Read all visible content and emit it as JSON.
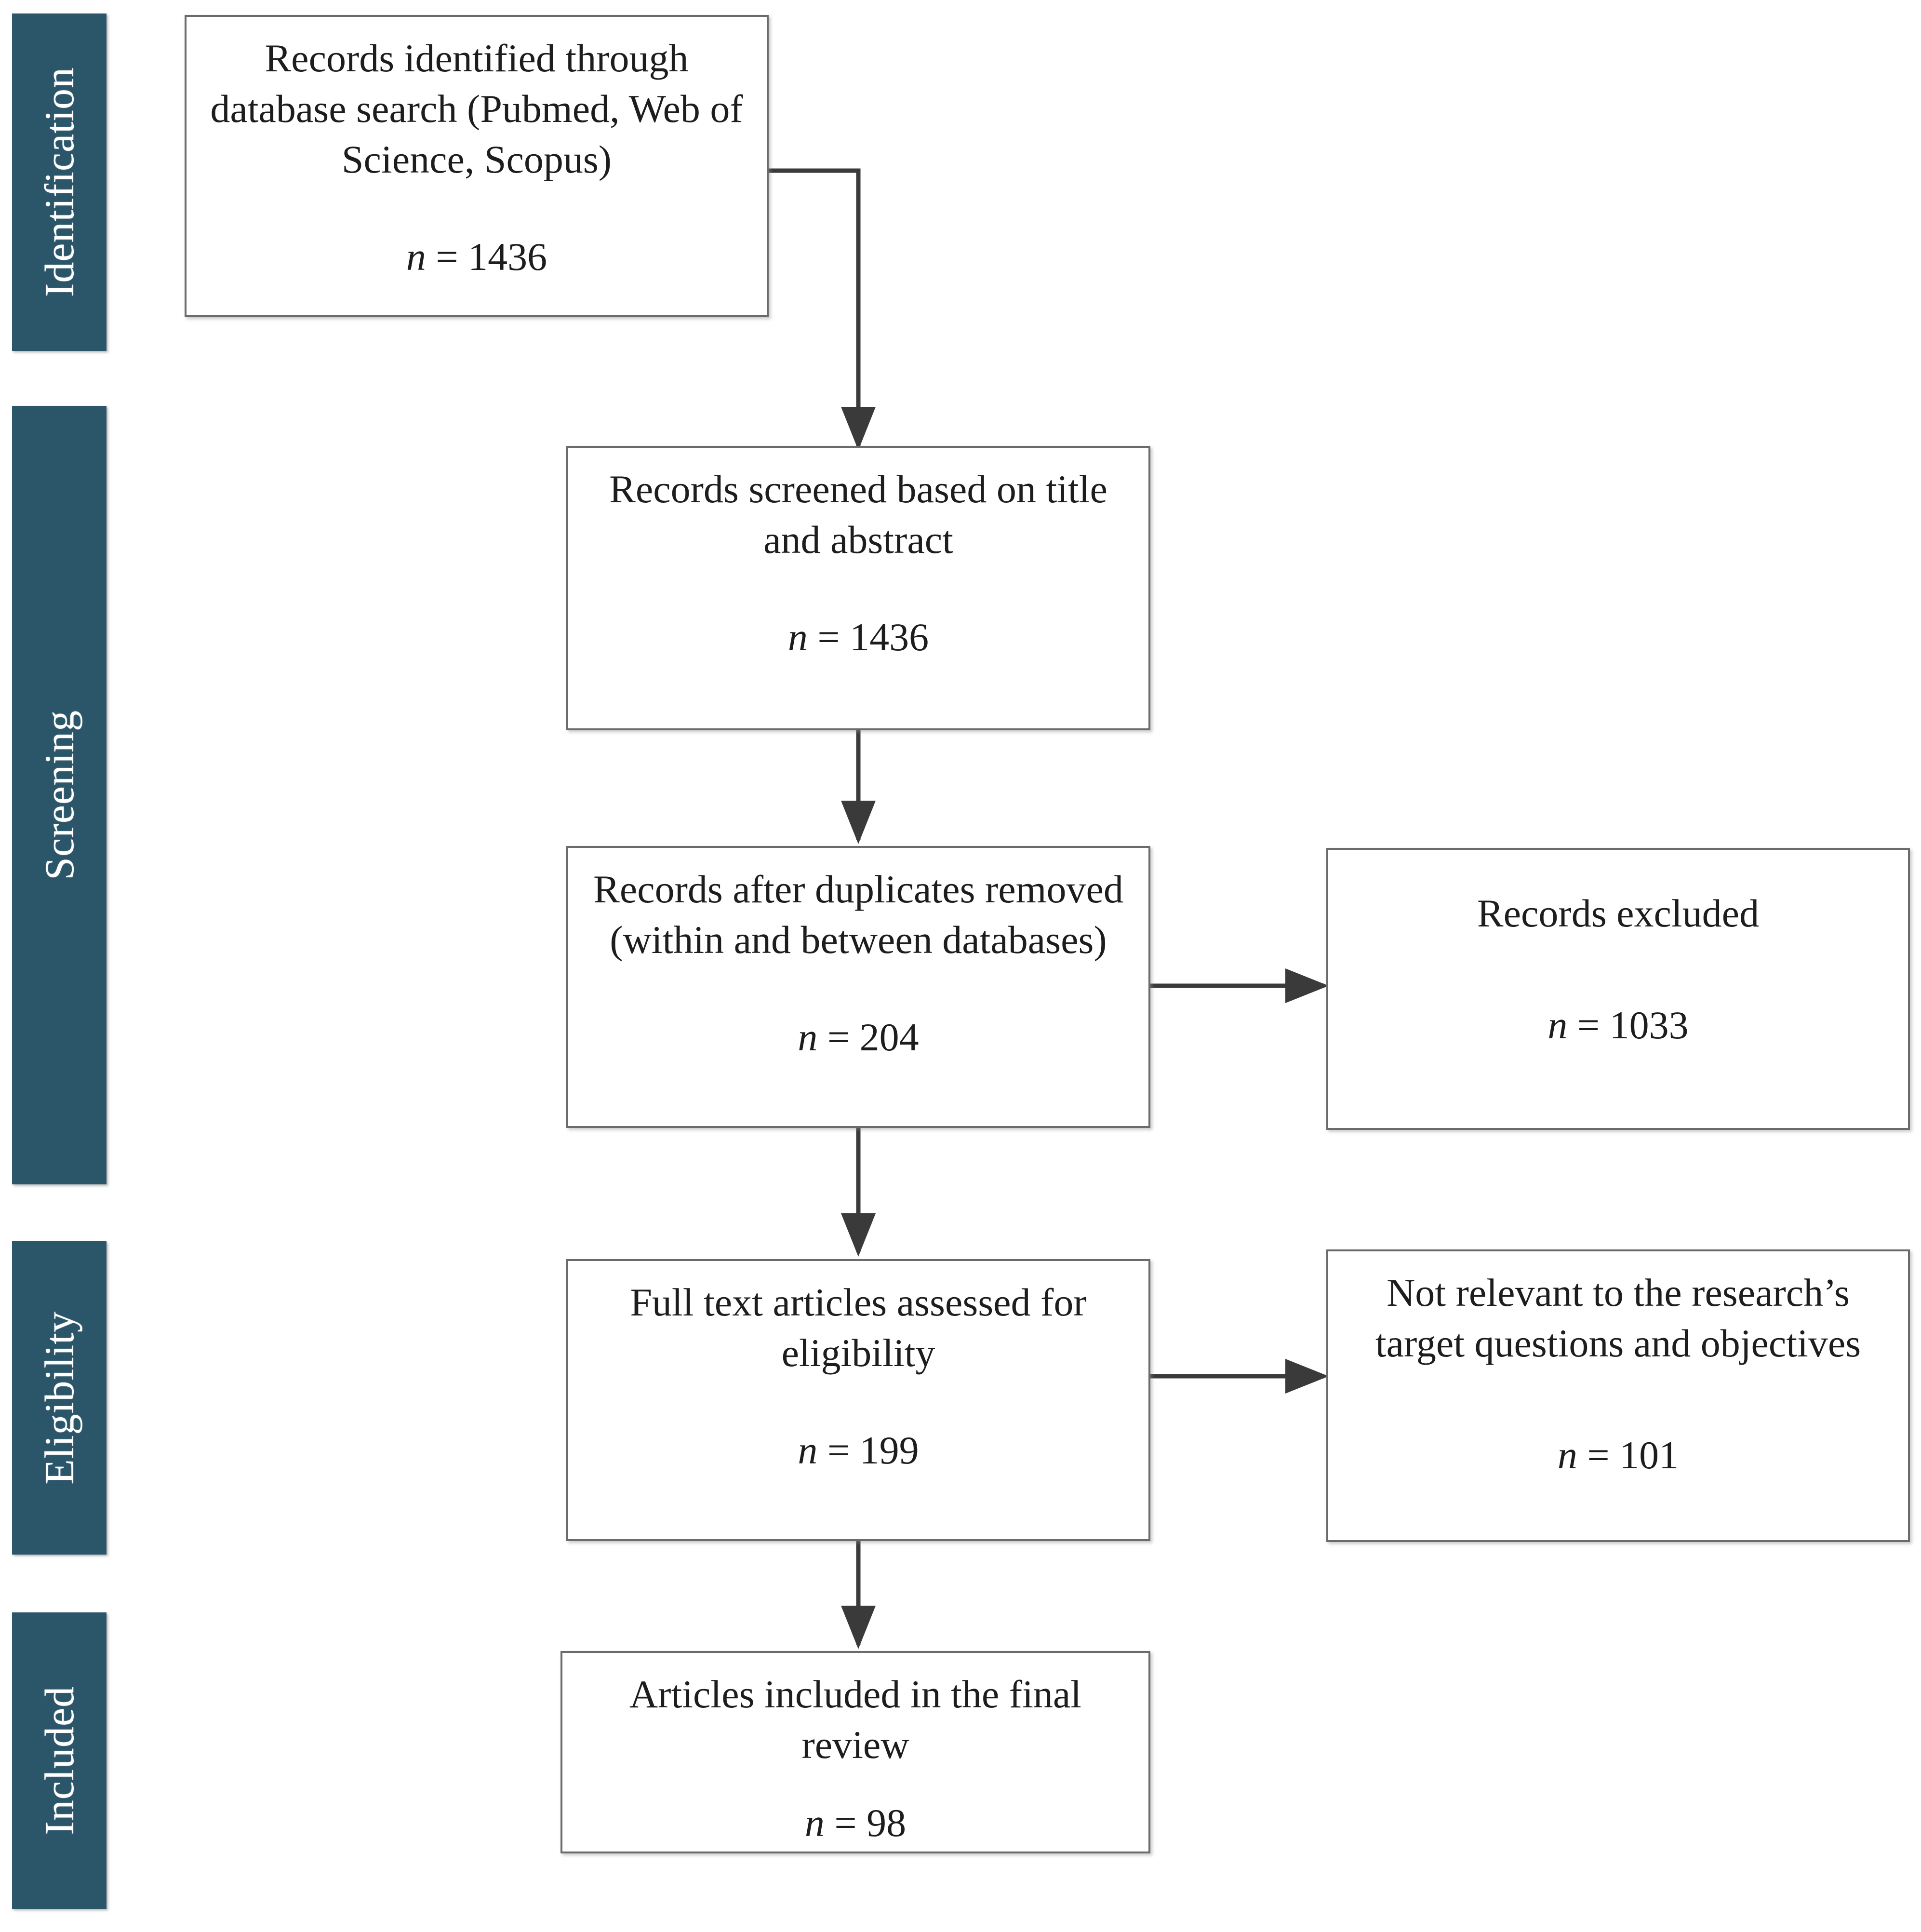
{
  "figure": {
    "type": "prisma-flow-diagram",
    "accent_color": "#2b5569",
    "box_border_color": "#6b6b6b",
    "connector_color": "#3a3a3a",
    "background_color": "#ffffff"
  },
  "stages": [
    {
      "id": "identification",
      "label": "Identification"
    },
    {
      "id": "screening",
      "label": "Screening"
    },
    {
      "id": "eligibility",
      "label": "Eligibility"
    },
    {
      "id": "included",
      "label": "Included"
    }
  ],
  "boxes": {
    "identified": {
      "title": "Records identified through database search (Pubmed, Web of Science, Scopus)",
      "count_label": "n",
      "count_equals": "=",
      "count_value": "1436",
      "count_text": "n = 1436"
    },
    "screened": {
      "title": "Records screened based on title and abstract",
      "count_label": "n",
      "count_equals": "=",
      "count_value": "1436",
      "count_text": "n = 1436"
    },
    "duplicates_removed": {
      "title": "Records after duplicates removed (within and between databases)",
      "count_label": "n",
      "count_equals": "=",
      "count_value": "204",
      "count_text": "n = 204"
    },
    "records_excluded": {
      "title": "Records excluded",
      "count_label": "n",
      "count_equals": "=",
      "count_value": "1033",
      "count_text": "n = 1033"
    },
    "fulltext_assessed": {
      "title": "Full text articles assessed for eligibility",
      "count_label": "n",
      "count_equals": "=",
      "count_value": "199",
      "count_text": "n = 199"
    },
    "not_relevant": {
      "title": "Not relevant to the research’s target questions and objectives",
      "count_label": "n",
      "count_equals": "=",
      "count_value": "101",
      "count_text": "n = 101"
    },
    "included_final": {
      "title": "Articles included in the final review",
      "count_label": "n",
      "count_equals": "=",
      "count_value": "98",
      "count_text": "n = 98"
    }
  },
  "chart_data": {
    "type": "diagram",
    "title": "PRISMA study selection flow",
    "nodes": [
      {
        "id": "identified",
        "stage": "Identification",
        "label": "Records identified through database search (Pubmed, Web of Science, Scopus)",
        "n": 1436
      },
      {
        "id": "screened",
        "stage": "Screening",
        "label": "Records screened based on title and abstract",
        "n": 1436
      },
      {
        "id": "duplicates_removed",
        "stage": "Screening",
        "label": "Records after duplicates removed (within and between databases)",
        "n": 204
      },
      {
        "id": "records_excluded",
        "stage": "Screening",
        "label": "Records excluded",
        "n": 1033
      },
      {
        "id": "fulltext_assessed",
        "stage": "Eligibility",
        "label": "Full text articles assessed for eligibility",
        "n": 199
      },
      {
        "id": "not_relevant",
        "stage": "Eligibility",
        "label": "Not relevant to the research’s target questions and objectives",
        "n": 101
      },
      {
        "id": "included_final",
        "stage": "Included",
        "label": "Articles included in the final review",
        "n": 98
      }
    ],
    "edges": [
      {
        "from": "identified",
        "to": "screened",
        "direction": "down"
      },
      {
        "from": "screened",
        "to": "duplicates_removed",
        "direction": "down"
      },
      {
        "from": "duplicates_removed",
        "to": "records_excluded",
        "direction": "right"
      },
      {
        "from": "duplicates_removed",
        "to": "fulltext_assessed",
        "direction": "down"
      },
      {
        "from": "fulltext_assessed",
        "to": "not_relevant",
        "direction": "right"
      },
      {
        "from": "fulltext_assessed",
        "to": "included_final",
        "direction": "down"
      }
    ]
  }
}
